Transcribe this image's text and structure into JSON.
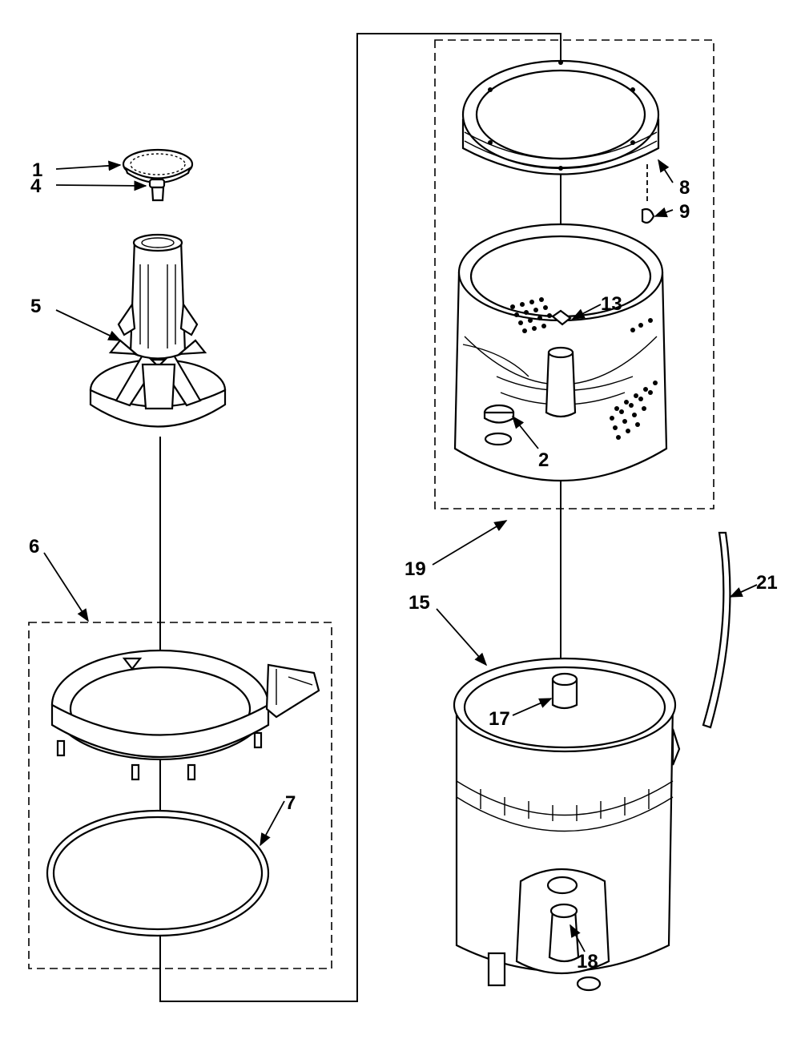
{
  "callouts": [
    {
      "id": "1",
      "label": "1"
    },
    {
      "id": "4",
      "label": "4"
    },
    {
      "id": "5",
      "label": "5"
    },
    {
      "id": "6",
      "label": "6"
    },
    {
      "id": "7",
      "label": "7"
    },
    {
      "id": "8",
      "label": "8"
    },
    {
      "id": "9",
      "label": "9"
    },
    {
      "id": "13",
      "label": "13"
    },
    {
      "id": "2",
      "label": "2"
    },
    {
      "id": "19",
      "label": "19"
    },
    {
      "id": "15",
      "label": "15"
    },
    {
      "id": "21",
      "label": "21"
    },
    {
      "id": "17",
      "label": "17"
    },
    {
      "id": "18",
      "label": "18"
    }
  ]
}
